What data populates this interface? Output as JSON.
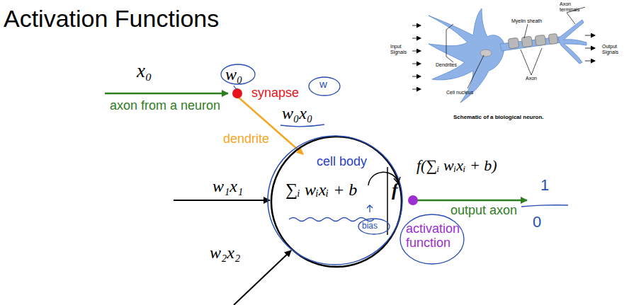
{
  "diagram": {
    "title": "Activation Functions",
    "nodes": [
      {
        "text": [
          "cell body",
          "∑ᵢ wᵢxᵢ + b",
          "f"
        ]
      }
    ],
    "labels": [
      "x₀",
      "w₀",
      "synapse",
      "w",
      "w₀x₀",
      "axon from a neuron",
      "dendrite",
      "w₁x₁",
      "w₂x₂",
      "f(∑ᵢ wᵢxᵢ + b)",
      "output axon",
      "activation function",
      "bias",
      "1",
      "0",
      "Input Signals",
      "Dendrites",
      "Cell nucleus",
      "Myelin sheath",
      "Axon terminals",
      "Axon",
      "Output Signals",
      "Schematic of a biological neuron."
    ]
  }
}
